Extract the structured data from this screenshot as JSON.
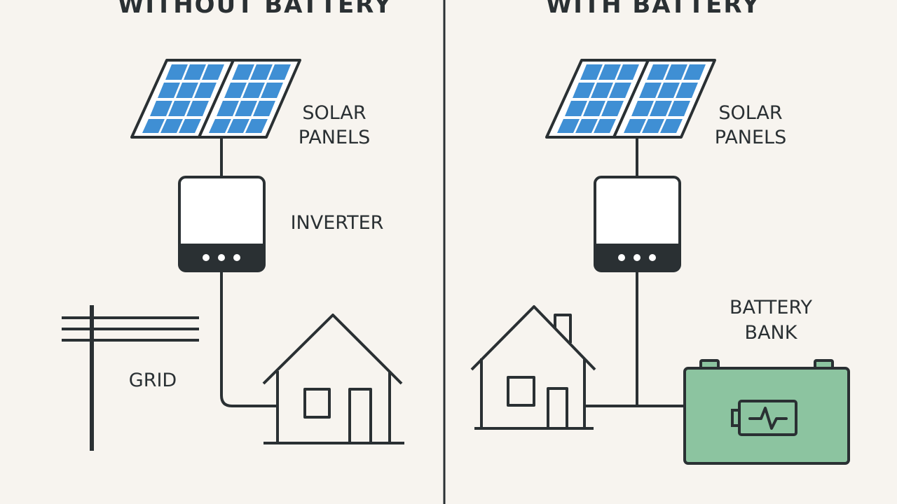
{
  "left_panel": {
    "title": "WITHOUT BATTERY",
    "solar_label_line1": "SOLAR",
    "solar_label_line2": "PANELS",
    "inverter_label": "INVERTER",
    "grid_label": "GRID"
  },
  "right_panel": {
    "title": "WITH BATTERY",
    "solar_label_line1": "SOLAR",
    "solar_label_line2": "PANELS",
    "battery_label_line1": "BATTERY",
    "battery_label_line2": "BANK"
  },
  "colors": {
    "background": "#f7f4ef",
    "line": "#2a3033",
    "panel_cell": "#3f8fd4",
    "inverter_base": "#2a3033",
    "battery_fill": "#8cc4a0"
  },
  "icons": {
    "solar": "solar-panel-icon",
    "inverter": "inverter-icon",
    "house": "house-icon",
    "grid": "power-pole-icon",
    "battery": "battery-icon"
  }
}
